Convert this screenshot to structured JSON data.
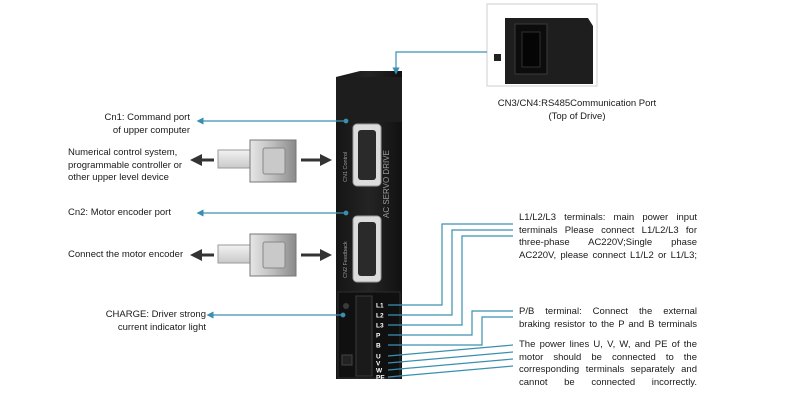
{
  "labels": {
    "cn1_title": [
      "Cn1: Command port",
      "of upper computer"
    ],
    "upper_device": [
      "Numerical control system,",
      "programmable controller or",
      "other upper level device"
    ],
    "cn2_title": "Cn2: Motor encoder port",
    "motor_encoder": "Connect the motor encoder",
    "charge": [
      "CHARGE: Driver strong",
      "current indicator light"
    ],
    "cn34": [
      "CN3/CN4:RS485Communication Port",
      "(Top of Drive)"
    ],
    "main_power": [
      "L1/L2/L3 terminals: main power input",
      "terminals Please connect L1/L2/L3 for",
      "three-phase AC220V;Single phase",
      "AC220V, please connect L1/L2 or L1/L3;"
    ],
    "pb_terminal": [
      "P/B terminal: Connect the external",
      "braking resistor to the P and B terminals"
    ],
    "power_lines": [
      "The power lines U, V, W, and PE of the",
      "motor should be connected to the",
      "corresponding terminals separately and",
      "cannot be connected incorrectly."
    ]
  },
  "device": {
    "model_text": "AC SERVO DRIVE",
    "cn1_text": "CN1 Control",
    "cn2_text": "CN2 Feedback",
    "terminals": [
      "L1",
      "L2",
      "L3",
      "P",
      "B",
      "U",
      "V",
      "W",
      "PE"
    ]
  },
  "colors": {
    "leader": "#3a8fb0",
    "drive_body": "#1b1b1b",
    "arrow": "#333333"
  }
}
